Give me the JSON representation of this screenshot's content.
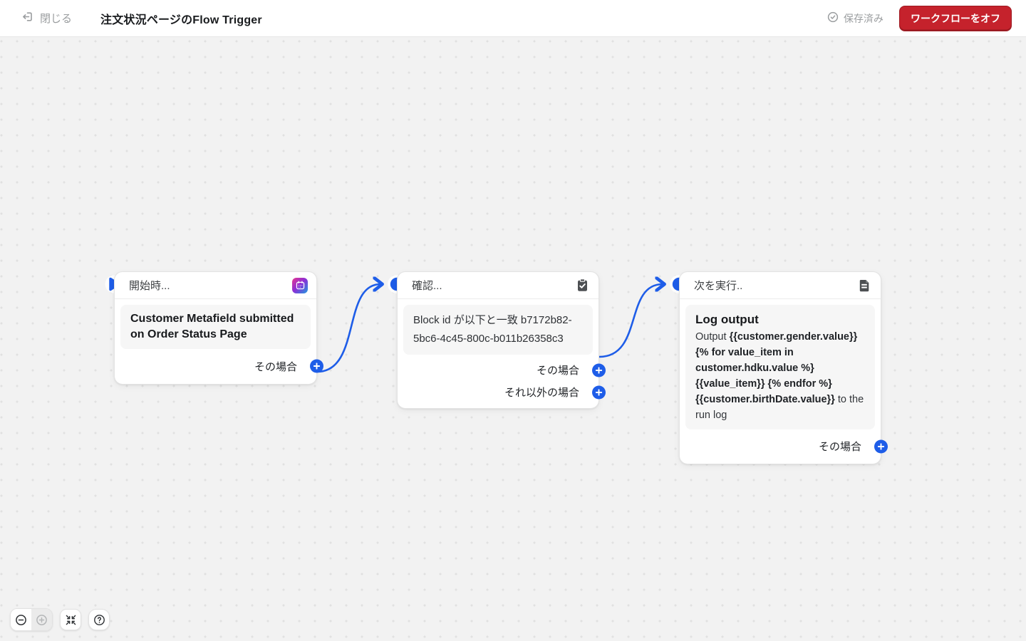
{
  "topbar": {
    "close_label": "閉じる",
    "title": "注文状況ページのFlow Trigger",
    "saved_label": "保存済み",
    "toggle_workflow_label": "ワークフローをオフ"
  },
  "colors": {
    "accent_blue": "#1e5de8",
    "danger_red": "#c5222c",
    "canvas_bg": "#f2f2f2",
    "card_bg": "#ffffff",
    "inset_bg": "#f6f6f6"
  },
  "cards": [
    {
      "id": "trigger",
      "header": "開始時...",
      "icon": "app-calendar-icon",
      "body_title": "Customer Metafield submitted on Order Status Page",
      "branches": [
        {
          "label": "その場合"
        }
      ]
    },
    {
      "id": "condition",
      "header": "確認...",
      "icon": "clipboard-check-icon",
      "body_text": "Block id が以下と一致 b7172b82-5bc6-4c45-800c-b011b26358c3",
      "branches": [
        {
          "label": "その場合"
        },
        {
          "label": "それ以外の場合"
        }
      ]
    },
    {
      "id": "action",
      "header": "次を実行..",
      "icon": "document-icon",
      "body_title": "Log output",
      "body_segments": [
        {
          "text": "Output ",
          "bold": false
        },
        {
          "text": "{{customer.gender.value}} {% for value_item in customer.hdku.value %} {{value_item}} {% endfor %} {{customer.birthDate.value}}",
          "bold": true
        },
        {
          "text": " to the run log",
          "bold": false
        }
      ],
      "branches": [
        {
          "label": "その場合"
        }
      ]
    }
  ],
  "controls": {
    "zoom_out": "zoom-out",
    "zoom_in": "zoom-in",
    "zoom_to_fit": "zoom-to-fit",
    "help": "help"
  }
}
